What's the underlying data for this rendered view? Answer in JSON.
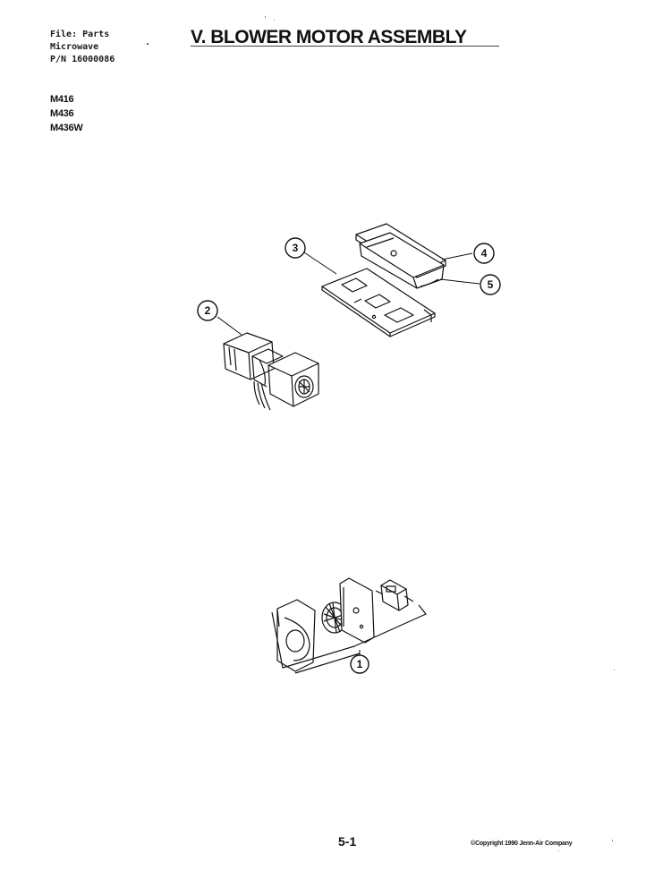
{
  "header": {
    "file_line": "File: Parts",
    "category": "Microwave",
    "part_number": "P/N 16000086",
    "title": "V. BLOWER MOTOR ASSEMBLY"
  },
  "models": [
    "M416",
    "M436",
    "M436W"
  ],
  "callouts": {
    "c1": "1",
    "c2": "2",
    "c3": "3",
    "c4": "4",
    "c5": "5"
  },
  "footer": {
    "page": "5-1",
    "copyright": "©Copyright 1990 Jenn-Air Company"
  }
}
